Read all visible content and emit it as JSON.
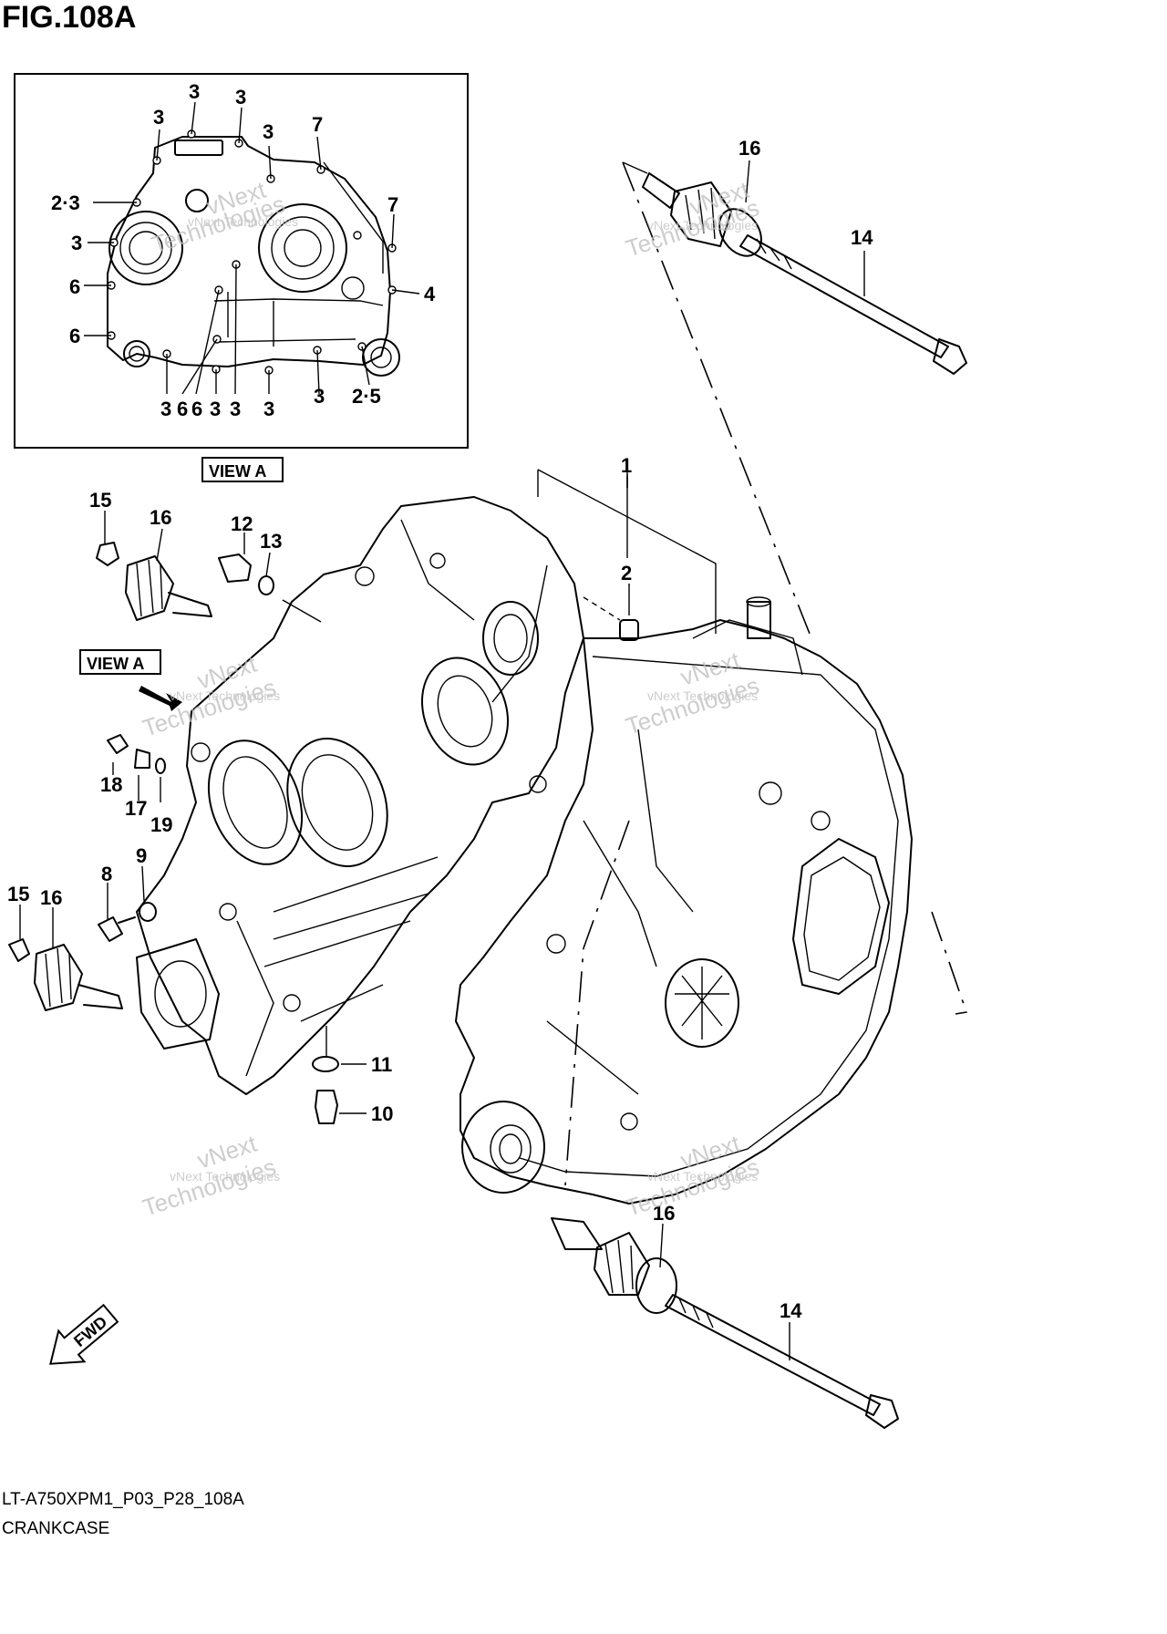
{
  "figure_title": "FIG.108A",
  "view_a_box_label": "VIEW A",
  "view_a_arrow_label": "VIEW A",
  "watermark": [
    "vNext Technologies",
    "vNext",
    "Technologies"
  ],
  "fwd_label": "FWD",
  "footer": {
    "code": "LT-A750XPM1_P03_P28_108A",
    "name": "CRANKCASE"
  },
  "inset_callouts": {
    "c_top_3": "3",
    "c_top_3b": "3",
    "c_top_3c": "3",
    "c_top_3d": "3",
    "c_top_7": "7",
    "c_left_23": "2·3",
    "c_left_3": "3",
    "c_left_6a": "6",
    "c_left_6b": "6",
    "c_right_7": "7",
    "c_right_4": "4",
    "c_bot_3a": "3",
    "c_bot_6a": "6",
    "c_bot_6b": "6",
    "c_bot_3b": "3",
    "c_bot_3c": "3",
    "c_bot_3d": "3",
    "c_bot_3e": "3",
    "c_bot_25": "2·5"
  },
  "main_callouts": {
    "c1": "1",
    "c2": "2",
    "c8": "8",
    "c9": "9",
    "c10": "10",
    "c11": "11",
    "c12": "12",
    "c13": "13",
    "c14a": "14",
    "c14b": "14",
    "c15a": "15",
    "c15b": "15",
    "c16a": "16",
    "c16b": "16",
    "c16c": "16",
    "c16d": "16",
    "c17": "17",
    "c18": "18",
    "c19": "19"
  }
}
